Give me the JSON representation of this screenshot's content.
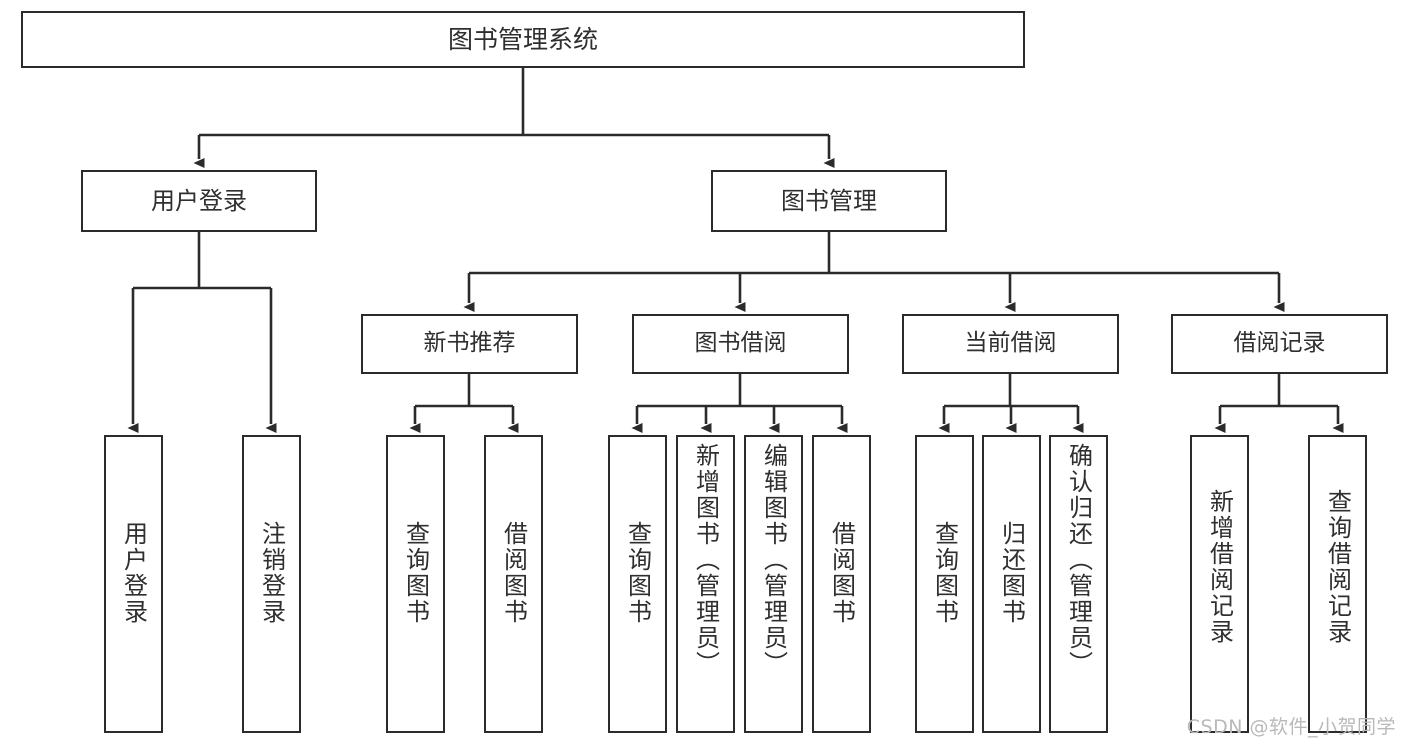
{
  "diagram": {
    "title": "图书管理系统",
    "type": "tree-hierarchy",
    "colors": {
      "box_border": "#2b2b2b",
      "box_fill": "#ffffff",
      "edge": "#2b2b2b",
      "text": "#2f2f2f",
      "watermark": "#b9b9b9",
      "background": "#ffffff"
    },
    "root": {
      "label": "图书管理系统"
    },
    "level2": [
      {
        "label": "用户登录"
      },
      {
        "label": "图书管理"
      }
    ],
    "level3": [
      {
        "label": "新书推荐"
      },
      {
        "label": "图书借阅"
      },
      {
        "label": "当前借阅"
      },
      {
        "label": "借阅记录"
      }
    ],
    "leaves": {
      "user_login": [
        {
          "label": "用户登录"
        },
        {
          "label": "注销登录"
        }
      ],
      "new_book_recommend": [
        {
          "label": "查询图书"
        },
        {
          "label": "借阅图书"
        }
      ],
      "book_borrow": [
        {
          "label": "查询图书"
        },
        {
          "label": "新增图书（管理员）"
        },
        {
          "label": "编辑图书（管理员）"
        },
        {
          "label": "借阅图书"
        }
      ],
      "current_borrow": [
        {
          "label": "查询图书"
        },
        {
          "label": "归还图书"
        },
        {
          "label": "确认归还（管理员）"
        }
      ],
      "borrow_record": [
        {
          "label": "新增借阅记录"
        },
        {
          "label": "查询借阅记录"
        }
      ]
    }
  },
  "watermark": {
    "text": "CSDN @软件_小贺同学"
  }
}
